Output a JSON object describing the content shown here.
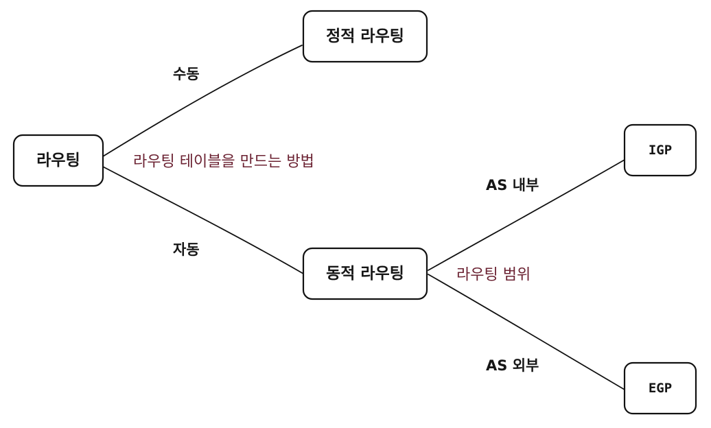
{
  "colors": {
    "ink": "#161616",
    "note": "#6b2232",
    "background": "#ffffff"
  },
  "nodes": {
    "routing": "라우팅",
    "static_routing": "정적 라우팅",
    "dynamic_routing": "동적 라우팅",
    "igp": "IGP",
    "egp": "EGP"
  },
  "edges": {
    "manual": "수동",
    "auto": "자동",
    "as_internal": "AS 내부",
    "as_external": "AS 외부"
  },
  "notes": {
    "routing_table_method": "라우팅 테이블을 만드는 방법",
    "routing_scope": "라우팅 범위"
  }
}
